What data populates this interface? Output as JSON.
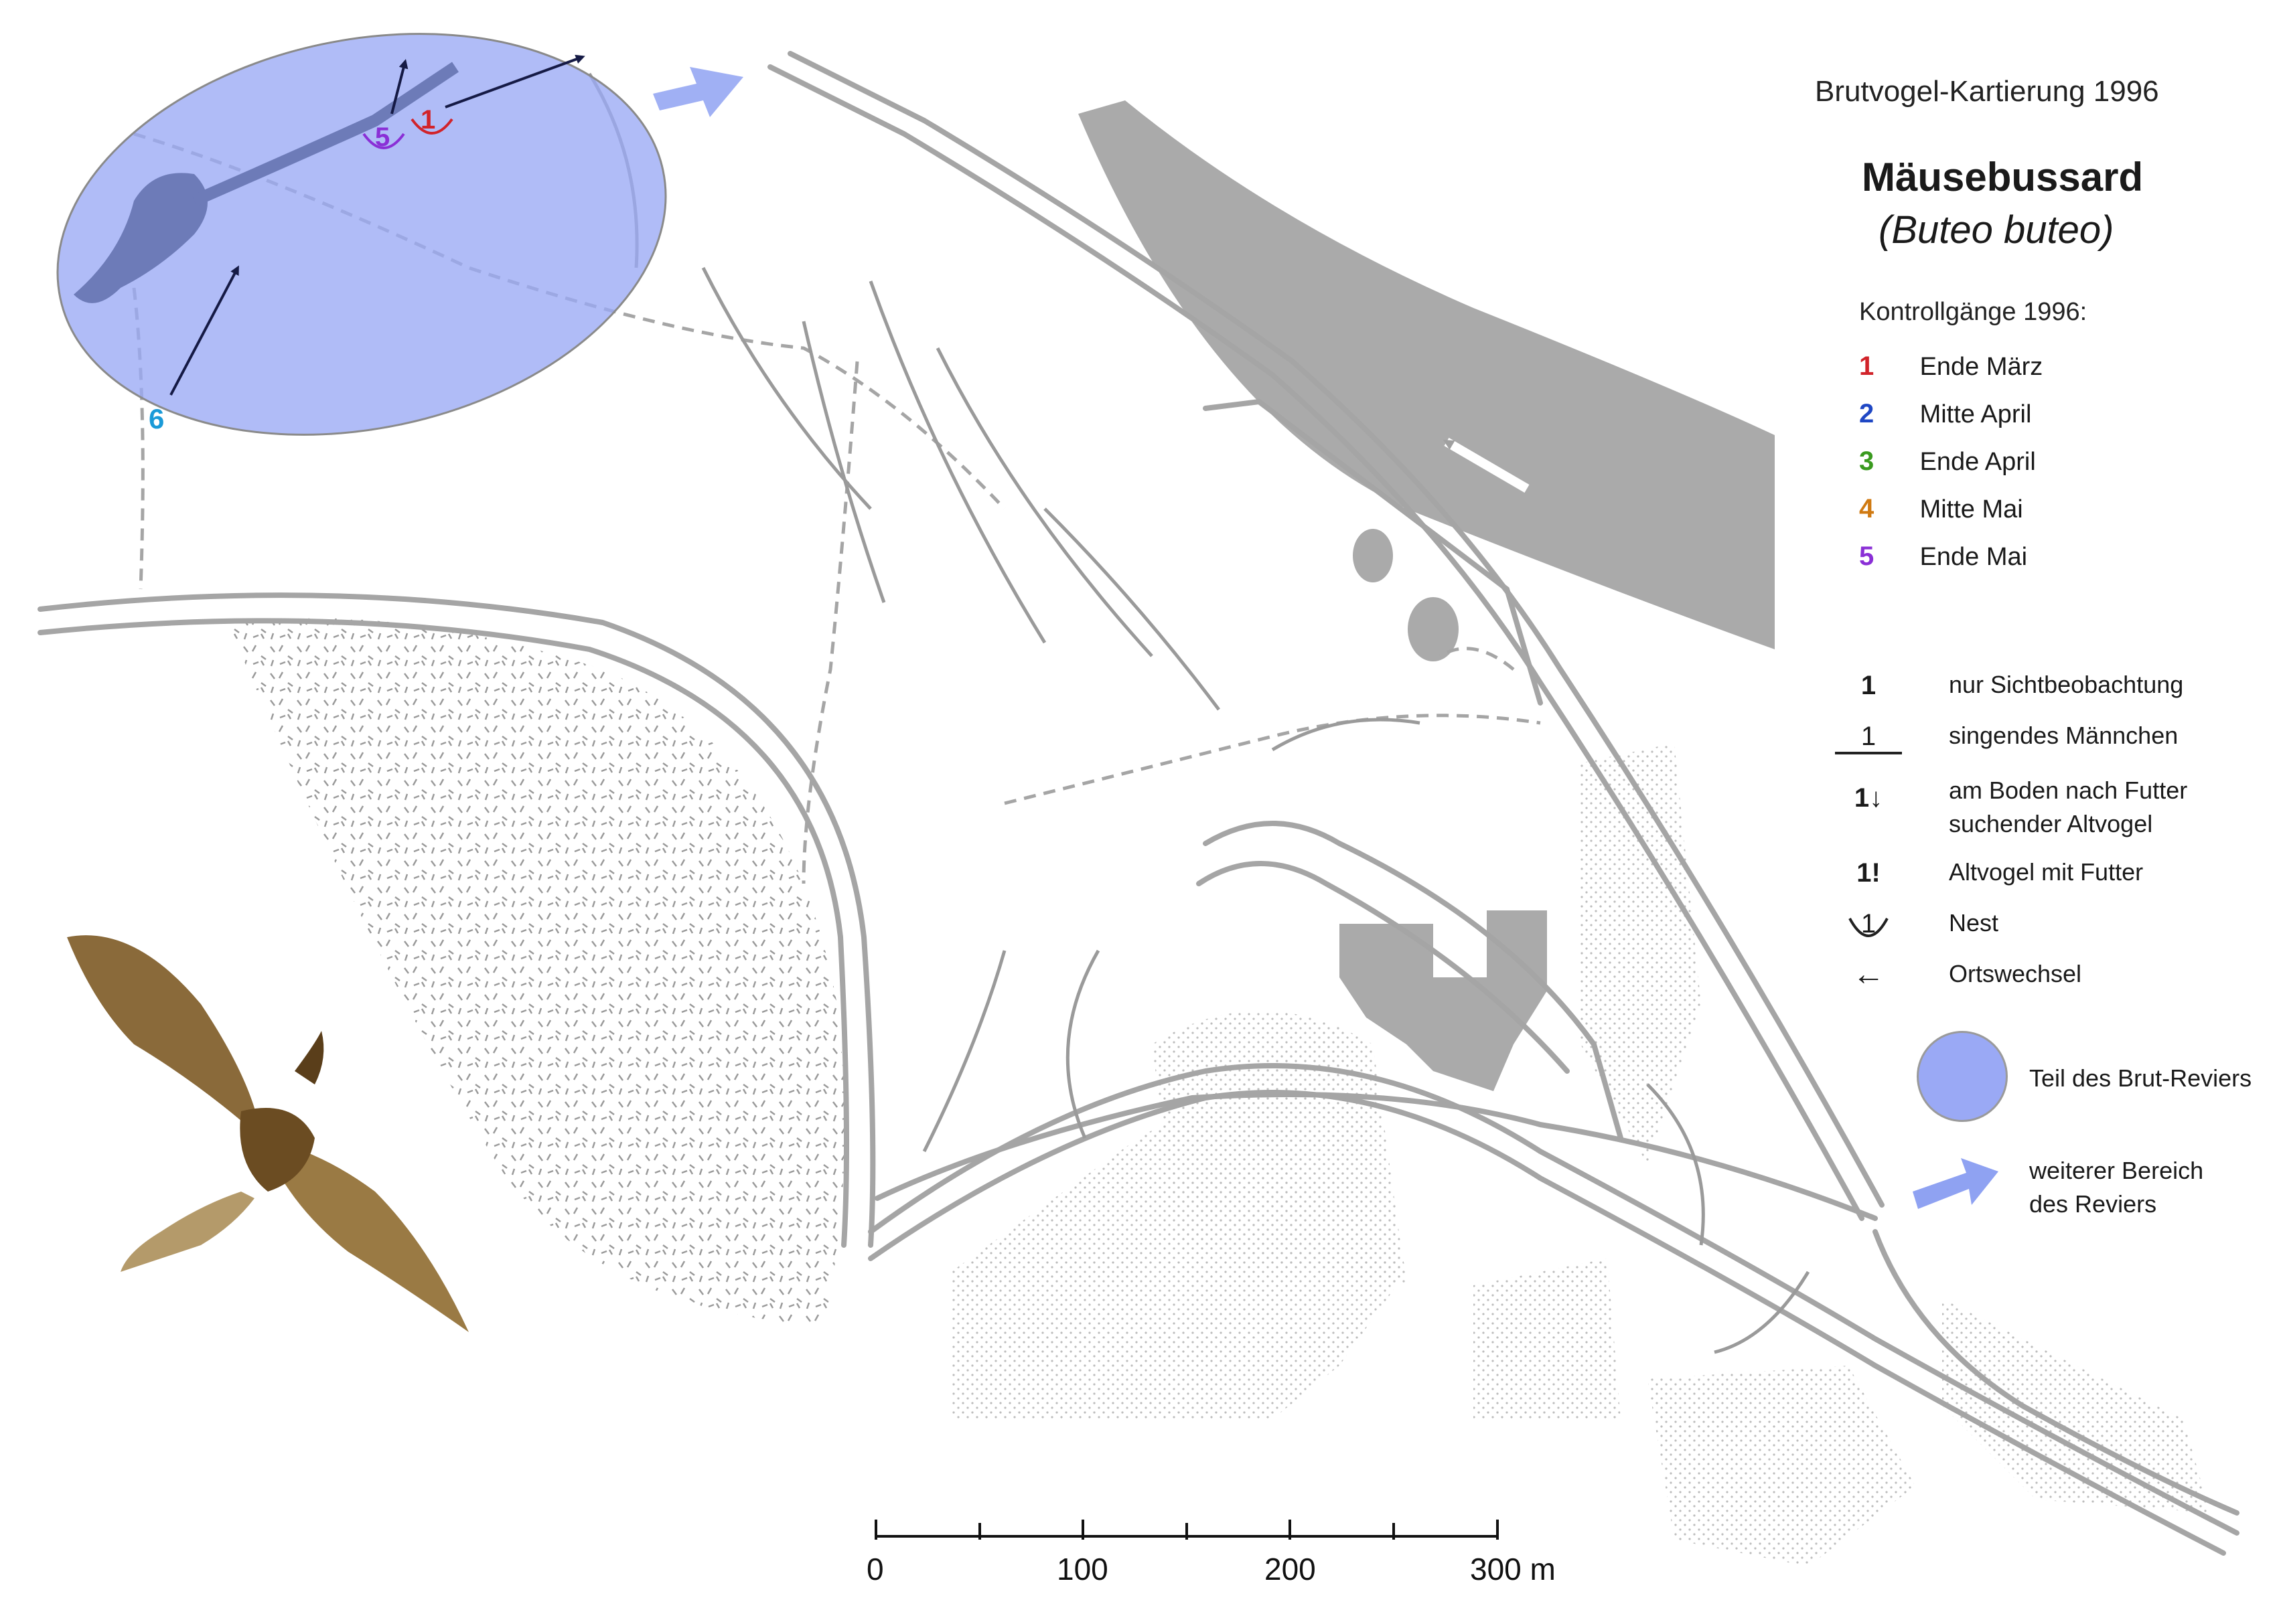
{
  "header": {
    "survey_title": "Brutvogel-Kartierung 1996",
    "species_common": "Mäusebussard",
    "species_latin": "(Buteo buteo)"
  },
  "legend": {
    "visits_title": "Kontrollgänge 1996:",
    "visits": [
      {
        "num": "1",
        "label": "Ende März",
        "color": "#d1232a"
      },
      {
        "num": "2",
        "label": "Mitte April",
        "color": "#1f47c4"
      },
      {
        "num": "3",
        "label": "Ende April",
        "color": "#3a9a1f"
      },
      {
        "num": "4",
        "label": "Mitte Mai",
        "color": "#d07a12"
      },
      {
        "num": "5",
        "label": "Ende Mai",
        "color": "#8a2fd6"
      }
    ],
    "symbols": [
      {
        "glyph": "1",
        "label": "nur Sichtbeobachtung",
        "icon": "sighting-icon"
      },
      {
        "glyph": "1",
        "label": "singendes Männchen",
        "icon": "singing-male-icon"
      },
      {
        "glyph": "1↓",
        "label": "am Boden nach Futter",
        "label2": "suchender Altvogel",
        "icon": "ground-foraging-icon"
      },
      {
        "glyph": "1!",
        "label": "Altvogel mit Futter",
        "icon": "adult-with-food-icon"
      },
      {
        "glyph": "1",
        "label": "Nest",
        "icon": "nest-icon"
      },
      {
        "glyph": "←",
        "label": "Ortswechsel",
        "icon": "relocation-arrow-icon"
      }
    ],
    "territory_label": "Teil des Brut-Reviers",
    "territory_color": "#9aa9f5",
    "extended_label_1": "weiterer Bereich",
    "extended_label_2": "des Reviers",
    "extended_color": "#8fa2f2"
  },
  "map": {
    "markers": [
      {
        "label": "1",
        "color": "#d1232a",
        "type": "nest"
      },
      {
        "label": "5",
        "color": "#8a2fd6",
        "type": "nest"
      },
      {
        "label": "6",
        "color": "#1a9ad8",
        "type": "sighting"
      }
    ],
    "buildings_color": "#aaaaaa",
    "linework_color": "#9a9a9a"
  },
  "scale_bar": {
    "ticks": [
      "0",
      "100",
      "200",
      "300 m"
    ]
  }
}
